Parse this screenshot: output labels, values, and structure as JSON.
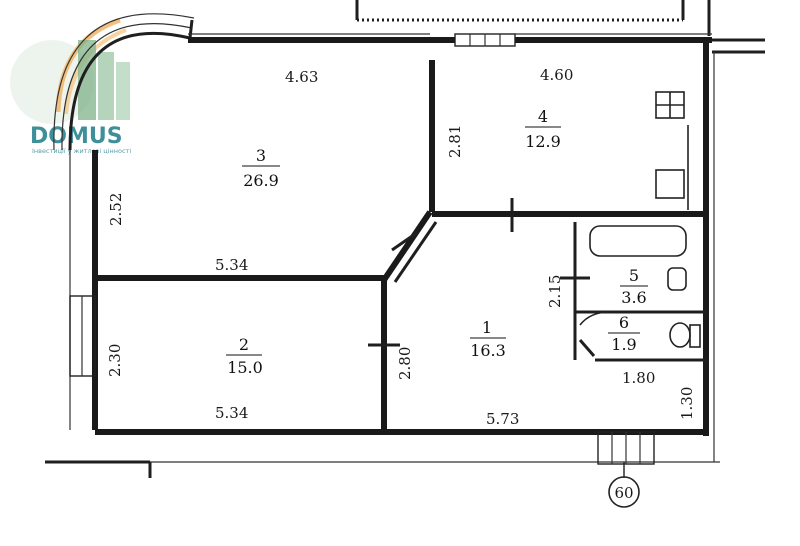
{
  "logo": {
    "brand": "DOMUS",
    "tagline": "Інвестиції у житлові цінності"
  },
  "dimensions": {
    "top_left": "4.63",
    "top_right": "4.60",
    "room4_height": "2.81",
    "room3_height": "2.52",
    "mid_left": "5.34",
    "bath_height": "2.15",
    "room2_height": "2.30",
    "center_wall": "2.80",
    "bottom_left": "5.34",
    "bottom_right": "5.73",
    "wc_width": "1.80",
    "right_lower": "1.30"
  },
  "rooms": [
    {
      "number": "1",
      "area": "16.3"
    },
    {
      "number": "2",
      "area": "15.0"
    },
    {
      "number": "3",
      "area": "26.9"
    },
    {
      "number": "4",
      "area": "12.9"
    },
    {
      "number": "5",
      "area": "3.6"
    },
    {
      "number": "6",
      "area": "1.9"
    }
  ],
  "unit_marker": "60"
}
